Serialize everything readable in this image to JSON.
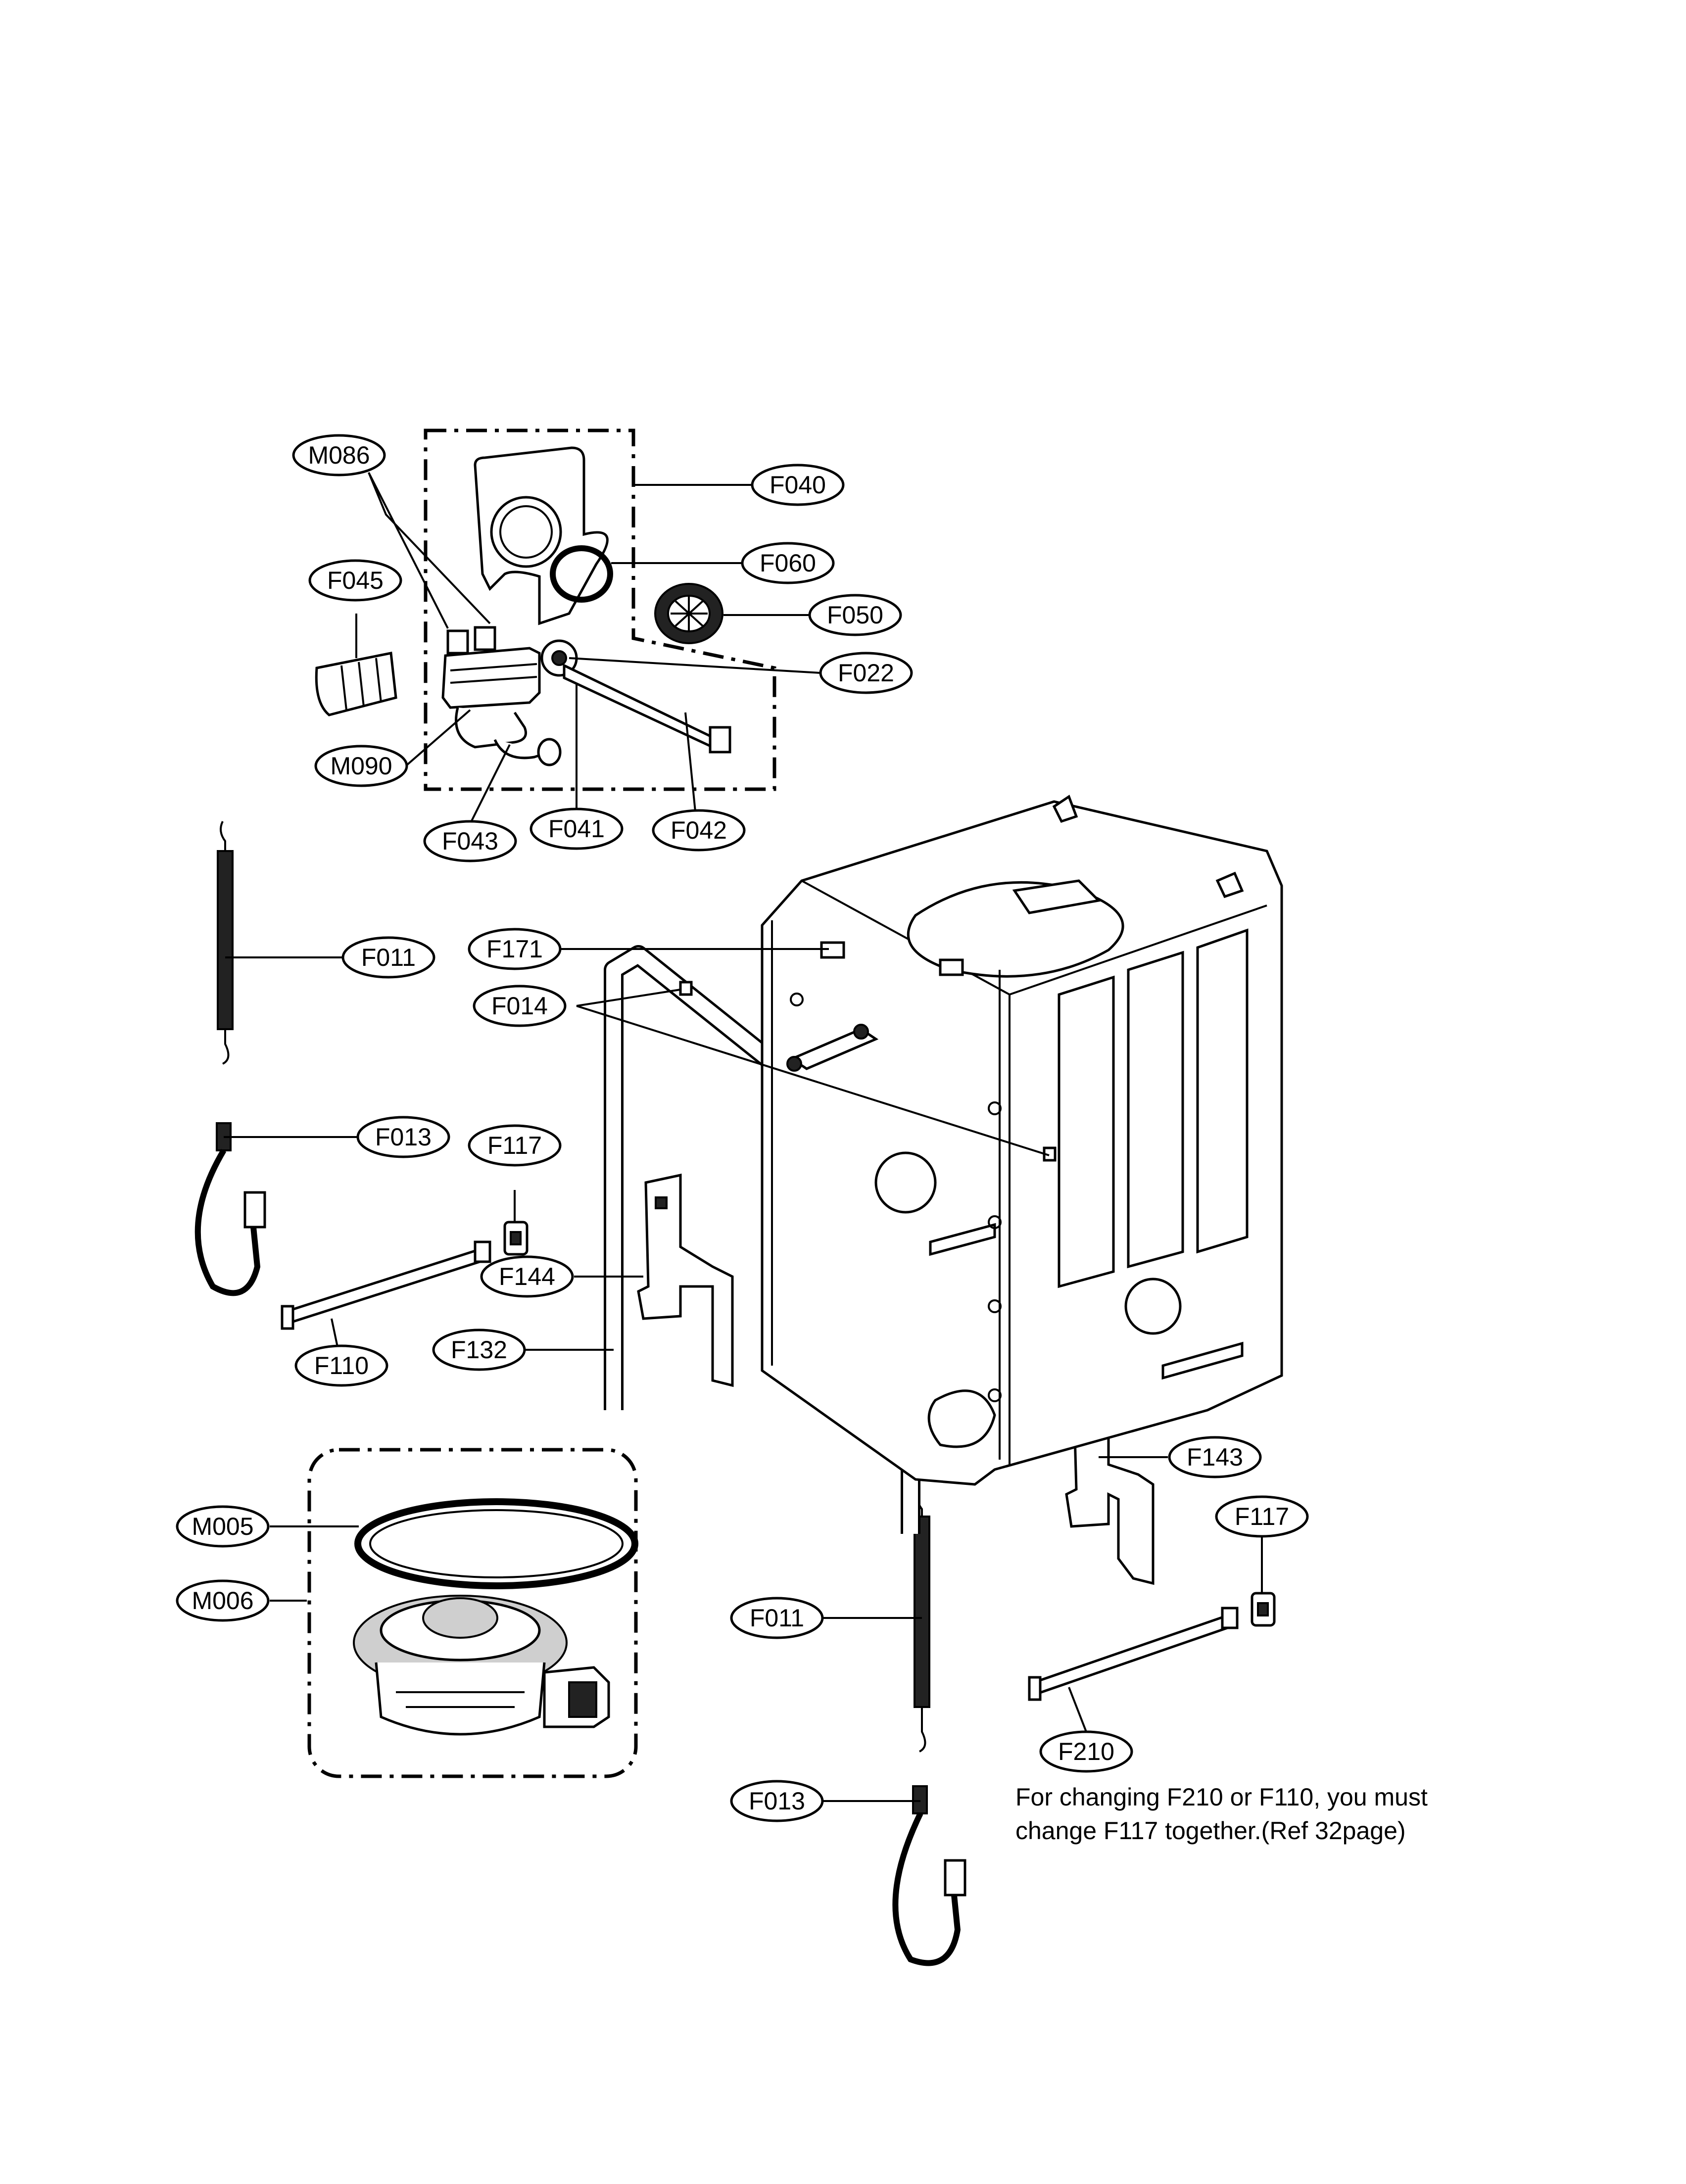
{
  "callouts": [
    {
      "id": "M086",
      "label": "M086"
    },
    {
      "id": "F040",
      "label": "F040"
    },
    {
      "id": "F060",
      "label": "F060"
    },
    {
      "id": "F045",
      "label": "F045"
    },
    {
      "id": "F050",
      "label": "F050"
    },
    {
      "id": "F022",
      "label": "F022"
    },
    {
      "id": "M090",
      "label": "M090"
    },
    {
      "id": "F043",
      "label": "F043"
    },
    {
      "id": "F041",
      "label": "F041"
    },
    {
      "id": "F042",
      "label": "F042"
    },
    {
      "id": "F011a",
      "label": "F011"
    },
    {
      "id": "F171",
      "label": "F171"
    },
    {
      "id": "F014",
      "label": "F014"
    },
    {
      "id": "F013a",
      "label": "F013"
    },
    {
      "id": "F117a",
      "label": "F117"
    },
    {
      "id": "F144",
      "label": "F144"
    },
    {
      "id": "F132",
      "label": "F132"
    },
    {
      "id": "F110",
      "label": "F110"
    },
    {
      "id": "M005",
      "label": "M005"
    },
    {
      "id": "M006",
      "label": "M006"
    },
    {
      "id": "F143",
      "label": "F143"
    },
    {
      "id": "F117b",
      "label": "F117"
    },
    {
      "id": "F011b",
      "label": "F011"
    },
    {
      "id": "F210",
      "label": "F210"
    },
    {
      "id": "F013b",
      "label": "F013"
    }
  ],
  "note": {
    "line1": "For changing F210 or F110, you must",
    "line2": "change F117 together.(Ref 32page)"
  }
}
